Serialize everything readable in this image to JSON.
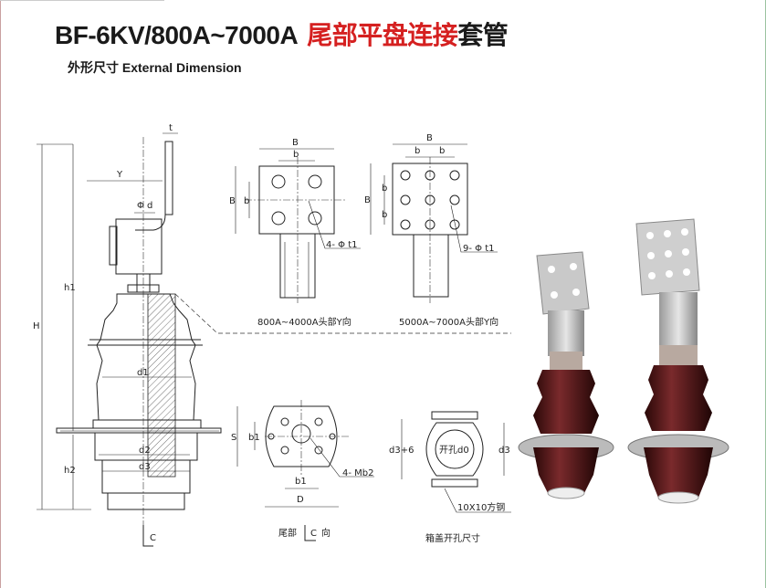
{
  "header": {
    "title_model": "BF-6KV/800A~7000A",
    "title_red": "尾部平盘连接",
    "title_suffix": "套管",
    "subtitle": "外形尺寸 External Dimension"
  },
  "side_view": {
    "t": "t",
    "y": "Y",
    "phi_d": "Φ d",
    "h1": "h1",
    "H": "H",
    "d1": "d1",
    "d2": "d2",
    "d3": "d3",
    "h2": "h2",
    "c": "C"
  },
  "head_small": {
    "B_top": "B",
    "b_top": "b",
    "B_left": "B",
    "b_left": "b",
    "holes": "4- Φ t1",
    "caption": "800A~4000A头部Y向"
  },
  "head_large": {
    "B_top": "B",
    "b_top1": "b",
    "b_top2": "b",
    "B_left": "B",
    "b_left1": "b",
    "b_left2": "b",
    "holes": "9- Φ t1",
    "caption": "5000A~7000A头部Y向"
  },
  "tail_view": {
    "S": "S",
    "b1_left": "b1",
    "b1_bottom": "b1",
    "D": "D",
    "holes": "4- Mb2",
    "caption_prefix": "尾部",
    "caption_c": "C",
    "caption_suffix": "向"
  },
  "cover_hole": {
    "d3_6": "d3+6",
    "d0": "开孔d0",
    "d3": "d3",
    "steel": "10X10方钢",
    "caption": "箱盖开孔尺寸"
  },
  "colors": {
    "title_red": "#d52020",
    "porcelain": "#5a1a1c",
    "copper_plate": "#c8c8c8"
  }
}
